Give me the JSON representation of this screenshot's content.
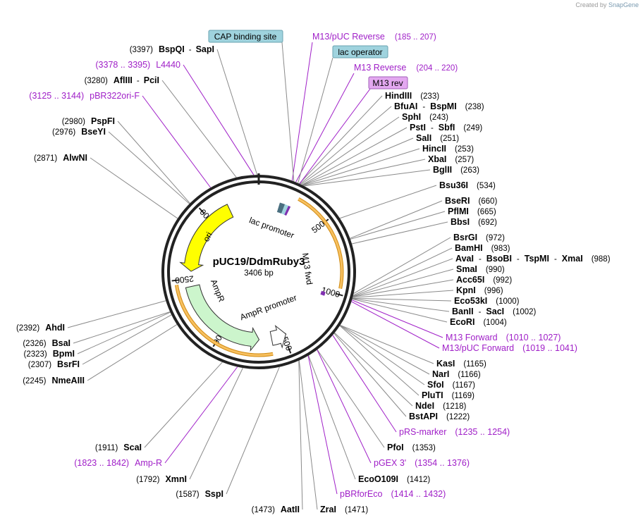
{
  "credit": {
    "prefix": "Created by",
    "brand": "SnapGene"
  },
  "plasmid": {
    "name": "pUC19/DdmRuby3",
    "size_text": "3406 bp",
    "length": 3406
  },
  "ticks": [
    "500",
    "1000",
    "1500",
    "2000",
    "2500",
    "3000"
  ],
  "features": {
    "ori": "ori",
    "lac_promoter": "lac promoter",
    "m13_fwd": "M13 fwd",
    "ampr": "AmpR",
    "ampr_promoter": "AmpR promoter"
  },
  "boxed_labels": [
    {
      "text": "CAP binding site",
      "color": "#9fd3de"
    },
    {
      "text": "lac operator",
      "color": "#9fd3de"
    },
    {
      "text": "M13 rev",
      "color": "#e3a8f0"
    }
  ],
  "primers_top": [
    {
      "name": "M13/pUC Reverse",
      "range": "(185 .. 207)"
    },
    {
      "name": "M13 Reverse",
      "range": "(204 .. 220)"
    }
  ],
  "left_labels": [
    {
      "pos": "(3397)",
      "enz": "BspQI",
      "sep": "-",
      "enz2": "SapI"
    },
    {
      "range": "(3378 .. 3395)",
      "primer": "L4440"
    },
    {
      "pos": "(3280)",
      "enz": "AflIII",
      "sep": "-",
      "enz2": "PciI"
    },
    {
      "range": "(3125 .. 3144)",
      "primer": "pBR322ori-F"
    },
    {
      "pos": "(2980)",
      "enz": "PspFI"
    },
    {
      "pos": "(2976)",
      "enz": "BseYI"
    },
    {
      "pos": "(2871)",
      "enz": "AlwNI"
    },
    {
      "pos": "(2392)",
      "enz": "AhdI"
    },
    {
      "pos": "(2326)",
      "enz": "BsaI"
    },
    {
      "pos": "(2323)",
      "enz": "BpmI"
    },
    {
      "pos": "(2307)",
      "enz": "BsrFI"
    },
    {
      "pos": "(2245)",
      "enz": "NmeAIII"
    },
    {
      "pos": "(1911)",
      "enz": "ScaI"
    },
    {
      "range": "(1823 .. 1842)",
      "primer": "Amp-R"
    },
    {
      "pos": "(1792)",
      "enz": "XmnI"
    },
    {
      "pos": "(1587)",
      "enz": "SspI"
    },
    {
      "pos": "(1473)",
      "enz": "AatII"
    }
  ],
  "right_labels": [
    {
      "enz": "HindIII",
      "pos": "(233)"
    },
    {
      "enz": "BfuAI",
      "sep": "-",
      "enz2": "BspMI",
      "pos": "(238)"
    },
    {
      "enz": "SphI",
      "pos": "(243)"
    },
    {
      "enz": "PstI",
      "sep": "-",
      "enz2": "SbfI",
      "pos": "(249)"
    },
    {
      "enz": "SalI",
      "pos": "(251)"
    },
    {
      "enz": "HincII",
      "pos": "(253)"
    },
    {
      "enz": "XbaI",
      "pos": "(257)"
    },
    {
      "enz": "BglII",
      "pos": "(263)"
    },
    {
      "enz": "Bsu36I",
      "pos": "(534)"
    },
    {
      "enz": "BseRI",
      "pos": "(660)"
    },
    {
      "enz": "PflMI",
      "pos": "(665)"
    },
    {
      "enz": "BbsI",
      "pos": "(692)"
    },
    {
      "enz": "BsrGI",
      "pos": "(972)"
    },
    {
      "enz": "BamHI",
      "pos": "(983)"
    },
    {
      "enz": "AvaI",
      "sep": "-",
      "enz2": "BsoBI",
      "sep2": "-",
      "enz3": "TspMI",
      "sep3": "-",
      "enz4": "XmaI",
      "pos": "(988)"
    },
    {
      "enz": "SmaI",
      "pos": "(990)"
    },
    {
      "enz": "Acc65I",
      "pos": "(992)"
    },
    {
      "enz": "KpnI",
      "pos": "(996)"
    },
    {
      "enz": "Eco53kI",
      "pos": "(1000)"
    },
    {
      "enz": "BanII",
      "sep": "-",
      "enz2": "SacI",
      "pos": "(1002)"
    },
    {
      "enz": "EcoRI",
      "pos": "(1004)"
    },
    {
      "primer": "M13 Forward",
      "range": "(1010 .. 1027)"
    },
    {
      "primer": "M13/pUC Forward",
      "range": "(1019 .. 1041)"
    },
    {
      "enz": "KasI",
      "pos": "(1165)"
    },
    {
      "enz": "NarI",
      "pos": "(1166)"
    },
    {
      "enz": "SfoI",
      "pos": "(1167)"
    },
    {
      "enz": "PluTI",
      "pos": "(1169)"
    },
    {
      "enz": "NdeI",
      "pos": "(1218)"
    },
    {
      "enz": "BstAPI",
      "pos": "(1222)"
    },
    {
      "primer": "pRS-marker",
      "range": "(1235 .. 1254)"
    },
    {
      "enz": "PfoI",
      "pos": "(1353)"
    },
    {
      "primer": "pGEX 3'",
      "range": "(1354 .. 1376)"
    },
    {
      "enz": "EcoO109I",
      "pos": "(1412)"
    },
    {
      "primer": "pBRforEco",
      "range": "(1414 .. 1432)"
    },
    {
      "enz": "ZraI",
      "pos": "(1471)"
    }
  ],
  "colors": {
    "primer": "#a020c8",
    "ori": "#ffff00",
    "ampr": "#ccf5cc",
    "promoter": "#ffffff",
    "orange_arc": "#f0a020",
    "line": "#8a8a8a"
  }
}
